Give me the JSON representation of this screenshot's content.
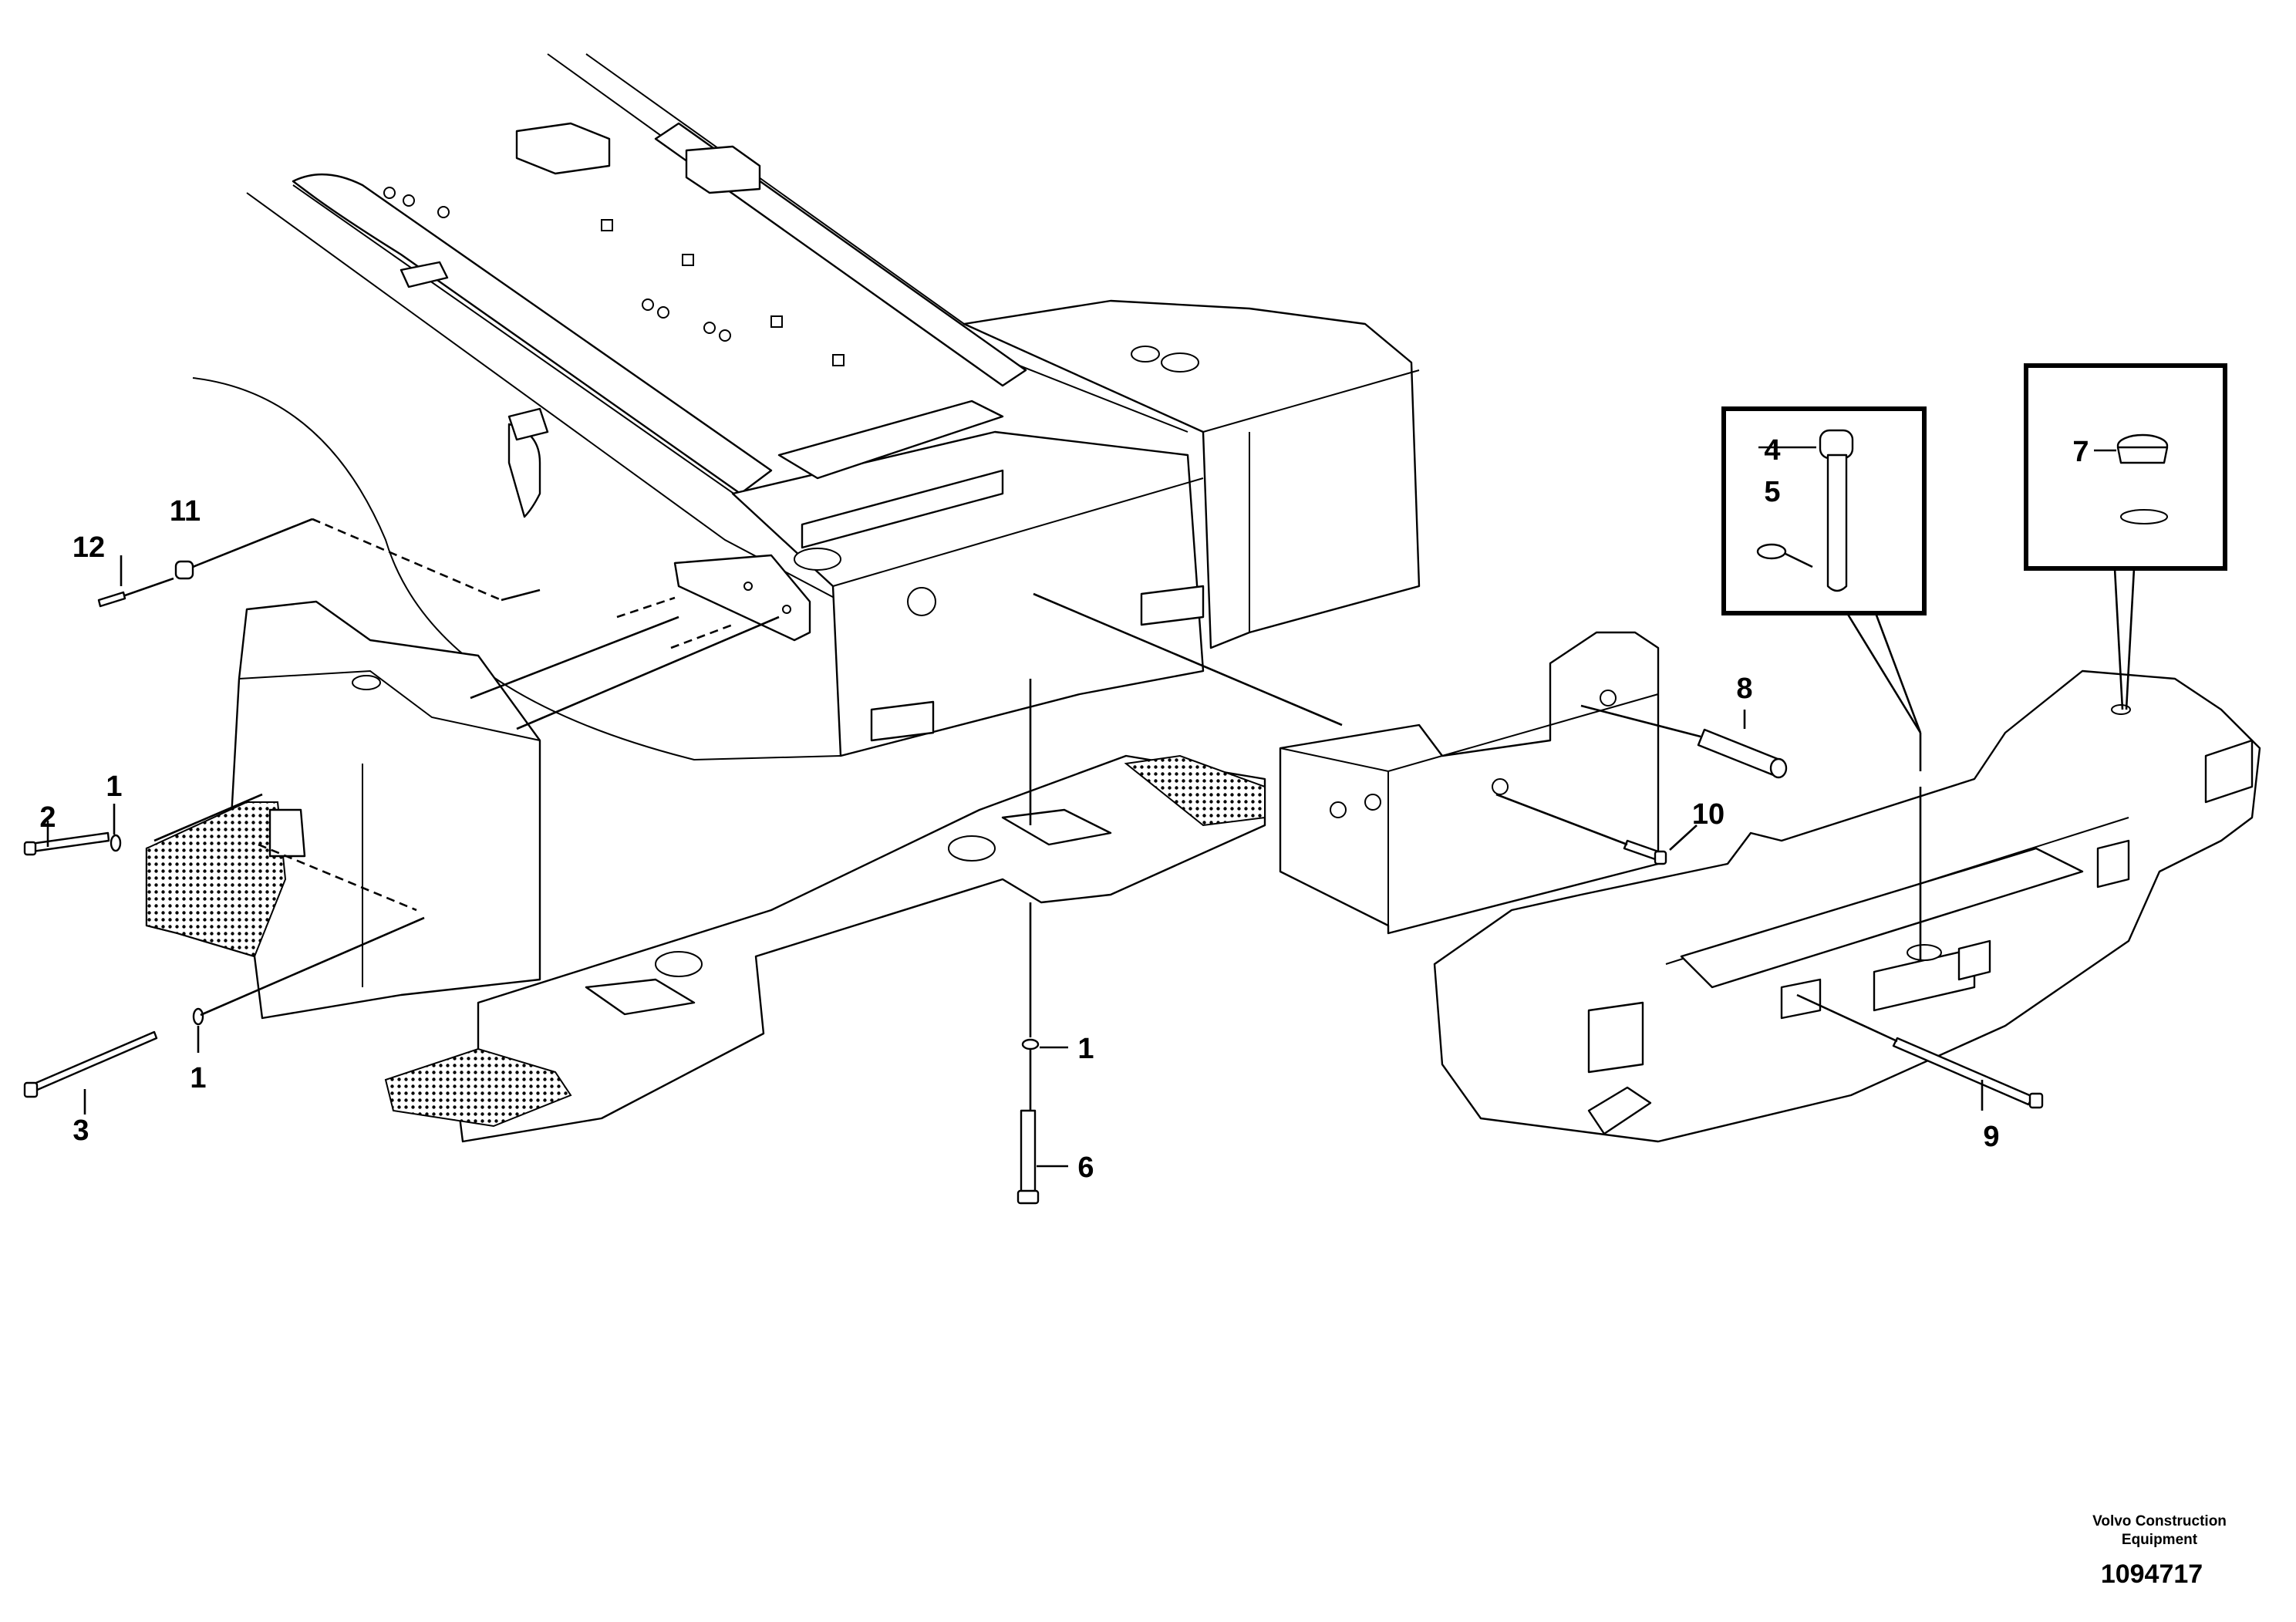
{
  "callouts": {
    "c1a": "1",
    "c1b": "1",
    "c1c": "1",
    "c2": "2",
    "c3": "3",
    "c4": "4",
    "c5": "5",
    "c6": "6",
    "c7": "7",
    "c8": "8",
    "c9": "9",
    "c10": "10",
    "c11": "11",
    "c12": "12"
  },
  "footer": {
    "company_line1": "Volvo Construction",
    "company_line2": "Equipment",
    "drawing_number": "1094717"
  }
}
